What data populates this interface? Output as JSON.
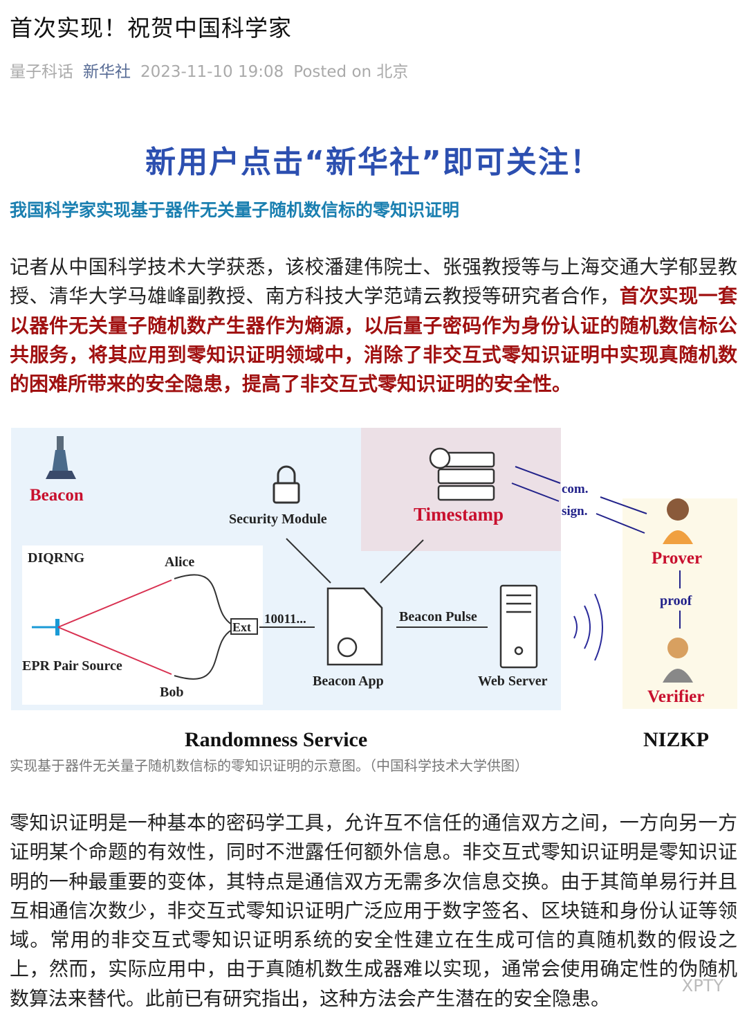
{
  "article": {
    "title": "首次实现！祝贺中国科学家",
    "meta": {
      "column": "量子科话",
      "account": "新华社",
      "datetime": "2023-11-10 19:08",
      "location": "Posted on 北京"
    },
    "banner": "新用户点击“新华社”即可关注！",
    "subheading": "我国科学家实现基于器件无关量子随机数信标的零知识证明",
    "para1_normal": "记者从中国科学技术大学获悉，该校潘建伟院士、张强教授等与上海交通大学郁昱教授、清华大学马雄峰副教授、南方科技大学范靖云教授等研究者合作，",
    "para1_highlight": "首次实现一套以器件无关量子随机数产生器作为熵源，以后量子密码作为身份认证的随机数信标公共服务，将其应用到零知识证明领域中，消除了非交互式零知识证明中实现真随机数的困难所带来的安全隐患，提高了非交互式零知识证明的安全性。",
    "caption": "实现基于器件无关量子随机数信标的零知识证明的示意图。（中国科学技术大学供图）",
    "para2": "零知识证明是一种基本的密码学工具，允许互不信任的通信双方之间，一方向另一方证明某个命题的有效性，同时不泄露任何额外信息。非交互式零知识证明是零知识证明的一种最重要的变体，其特点是通信双方无需多次信息交换。由于其简单易行并且互相通信次数少，非交互式零知识证明广泛应用于数字签名、区块链和身份认证等领域。常用的非交互式零知识证明系统的安全性建立在生成可信的真随机数的假设之上，然而，实际应用中，由于真随机数生成器难以实现，通常会使用确定性的伪随机数算法来替代。此前已有研究指出，这种方法会产生潜在的安全隐患。",
    "watermark": "XPTY"
  },
  "diagram": {
    "beacon": "Beacon",
    "security_module": "Security Module",
    "timestamp": "Timestamp",
    "com": "com.",
    "sign": "sign.",
    "diqrng": "DIQRNG",
    "alice": "Alice",
    "bob": "Bob",
    "epr": "EPR Pair Source",
    "ext": "Ext",
    "bits": "10011...",
    "beacon_pulse": "Beacon Pulse",
    "beacon_app": "Beacon App",
    "web_server": "Web Server",
    "prover": "Prover",
    "proof": "proof",
    "verifier": "Verifier",
    "randomness_service": "Randomness Service",
    "nizkp": "NIZKP"
  },
  "colors": {
    "accent_red": "#c8102e",
    "link_blue": "#576b95",
    "banner_blue": "#2c4fb0"
  }
}
